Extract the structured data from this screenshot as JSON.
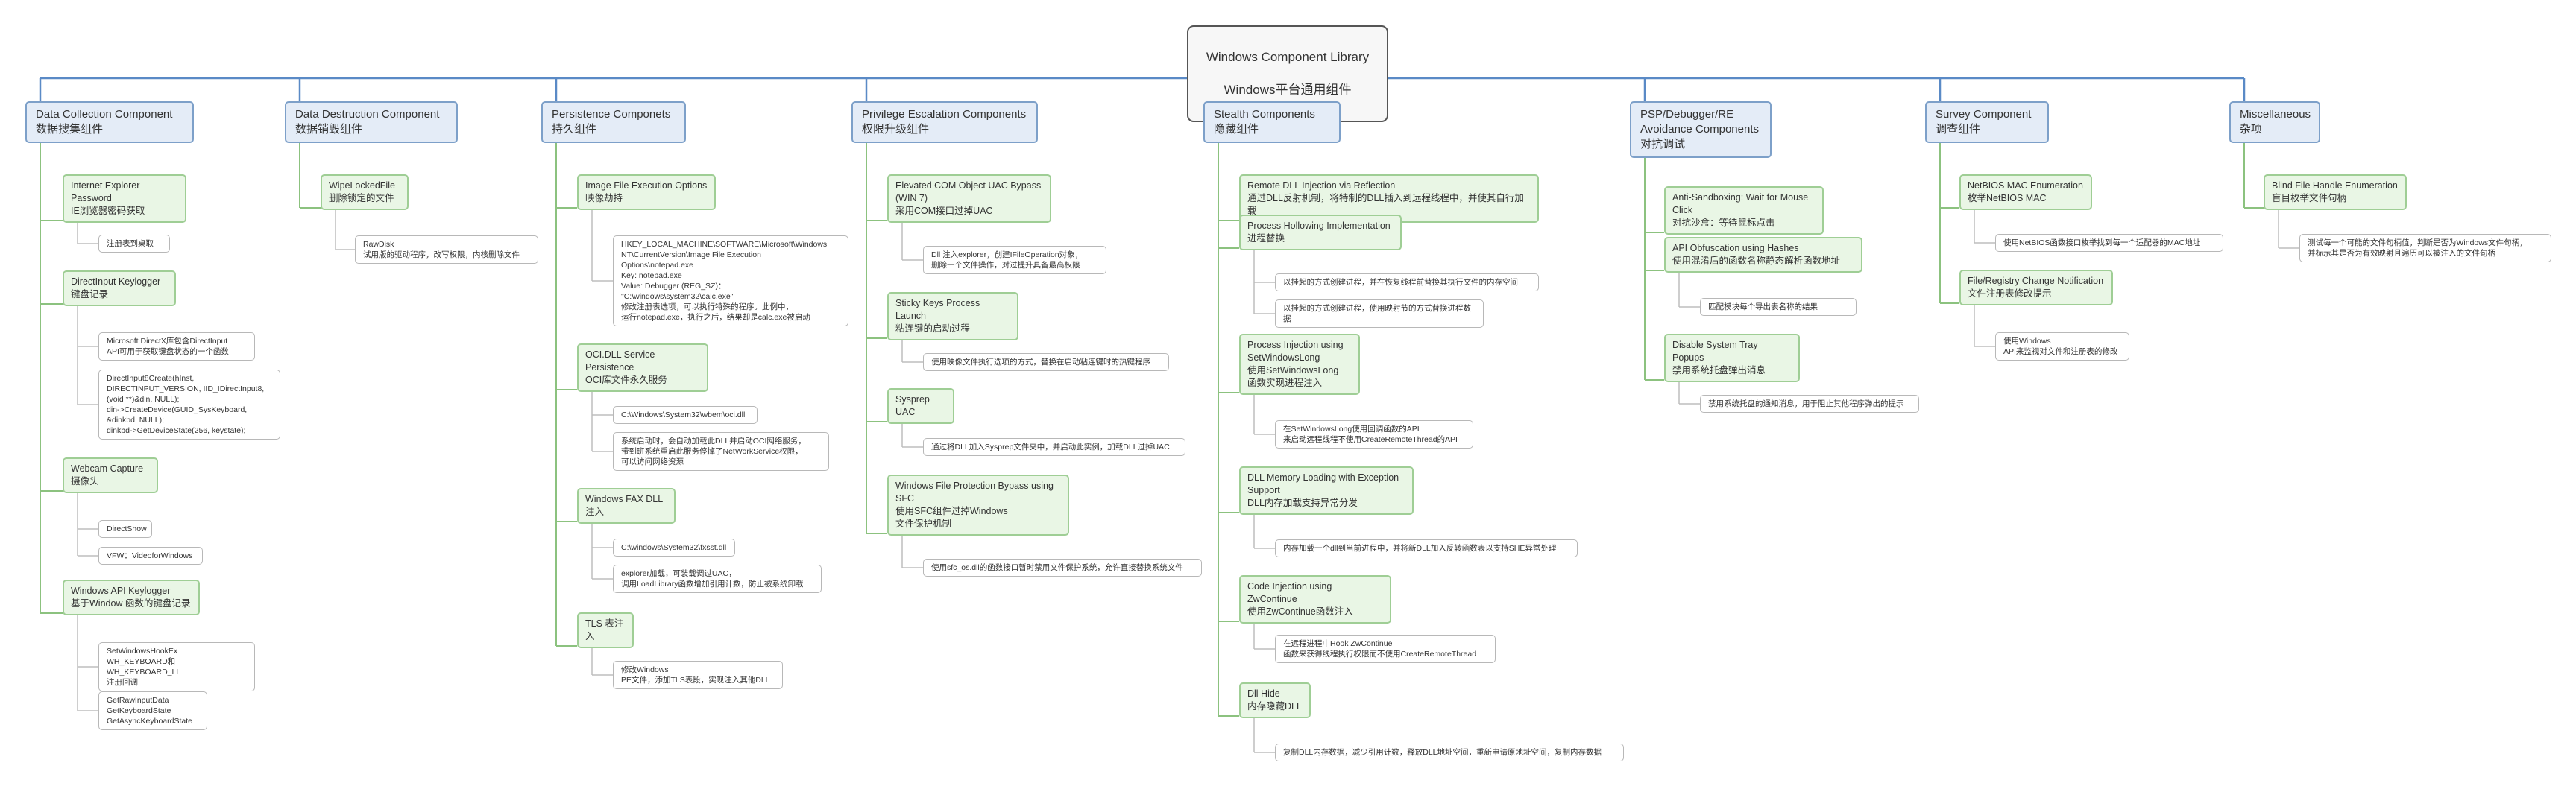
{
  "root": {
    "title": "Windows Component Library",
    "subtitle": "Windows平台通用组件"
  },
  "categories": [
    {
      "label": "Data Collection Component\n数据搜集组件",
      "items": [
        {
          "label": "Internet Explorer Password\nIE浏览器密码获取",
          "details": [
            "注册表到桌取"
          ]
        },
        {
          "label": "DirectInput Keylogger\n键盘记录",
          "details": [
            "Microsoft DirectX库包含DirectInput\nAPI可用于获取键盘状态的一个函数",
            "DirectInput8Create(hInst,\nDIRECTINPUT_VERSION, IID_IDirectInput8,\n(void **)&din, NULL);\ndin->CreateDevice(GUID_SysKeyboard,\n&dinkbd, NULL);\ndinkbd->GetDeviceState(256, keystate);"
          ]
        },
        {
          "label": "Webcam Capture\n摄像头",
          "details": [
            "DirectShow",
            "VFW：VideoforWindows"
          ]
        },
        {
          "label": "Windows API Keylogger\n基于Window 函数的键盘记录",
          "details": [
            "SetWindowsHookEx\nWH_KEYBOARD和WH_KEYBOARD_LL\n注册回调",
            "GetRawInputData\nGetKeyboardState\nGetAsyncKeyboardState"
          ]
        }
      ]
    },
    {
      "label": "Data Destruction Component\n数据销毁组件",
      "items": [
        {
          "label": "WipeLockedFile\n删除锁定的文件",
          "details": [
            "RawDisk\n试用版的驱动程序，改写权限，内核删除文件"
          ]
        }
      ]
    },
    {
      "label": "Persistence Componets\n持久组件",
      "items": [
        {
          "label": "Image File Execution Options\n映像劫持",
          "details": [
            "HKEY_LOCAL_MACHINE\\SOFTWARE\\Microsoft\\Windows\nNT\\CurrentVersion\\Image File Execution\nOptions\\notepad.exe\nKey: notepad.exe\nValue: Debugger (REG_SZ)：\n\"C:\\windows\\system32\\calc.exe\"\n修改注册表选项，可以执行特殊的程序。此例中，\n运行notepad.exe，执行之后，结果却是calc.exe被启动"
          ]
        },
        {
          "label": "OCI.DLL Service Persistence\nOCI库文件永久服务",
          "details": [
            "C:\\Windows\\System32\\wbem\\oci.dll",
            "系统启动时，会自动加载此DLL并启动OCI网络服务，\n带到班系统重启此服务停掉了NetWorkService权限，\n可以访问网络资源"
          ]
        },
        {
          "label": "Windows FAX DLL注入",
          "details": [
            "C:\\windows\\System32\\fxsst.dll",
            "explorer加载，可装载调过UAC，\n调用LoadLibrary函数增加引用计数，防止被系统卸载"
          ]
        },
        {
          "label": "TLS 表注入",
          "details": [
            "修改Windows\nPE文件，添加TLS表段，实现注入其他DLL"
          ]
        }
      ]
    },
    {
      "label": "Privilege Escalation Components\n权限升级组件",
      "items": [
        {
          "label": "Elevated COM Object UAC Bypass\n(WIN 7)\n采用COM接口过掉UAC",
          "details": [
            "Dll 注入explorer，创建IFileOperation对象，\n删除一个文件操作，对过提升具备最高权限"
          ]
        },
        {
          "label": "Sticky Keys Process Launch\n粘连键的启动过程",
          "details": [
            "使用映像文件执行选项的方式，替换在启动粘连键时的热键程序"
          ]
        },
        {
          "label": "Sysprep UAC",
          "details": [
            "通过将DLL加入Sysprep文件夹中，并启动此实例，加载DLL过掉UAC"
          ]
        },
        {
          "label": "Windows File Protection Bypass using\nSFC\n使用SFC组件过掉Windows\n文件保护机制",
          "details": [
            "使用sfc_os.dll的函数接口暂时禁用文件保护系统，允许直接替换系统文件"
          ]
        }
      ]
    },
    {
      "label": "Stealth Components\n隐藏组件",
      "items": [
        {
          "label": "Remote DLL Injection via Reflection\n通过DLL反射机制，将特制的DLL插入到远程线程中，并使其自行加载",
          "details": []
        },
        {
          "label": "Process Hollowing Implementation\n进程替换",
          "details": [
            "以挂起的方式创建进程，并在恢复线程前替换其执行文件的内存空间",
            "以挂起的方式创建进程，使用映射节的方式替换进程数据"
          ]
        },
        {
          "label": "Process Injection using\nSetWindowsLong\n使用SetWindowsLong\n函数实现进程注入",
          "details": [
            "在SetWindowsLong使用回调函数的API\n来启动远程线程不使用CreateRemoteThread的API"
          ]
        },
        {
          "label": "DLL Memory Loading with Exception\nSupport\nDLL内存加载支持异常分发",
          "details": [
            "内存加载一个dll到当前进程中，并将新DLL加入反转函数表以支持SHE异常处理"
          ]
        },
        {
          "label": "Code Injection using ZwContinue\n使用ZwContinue函数注入",
          "details": [
            "在远程进程中Hook ZwContinue\n函数来获得线程执行权限而不使用CreateRemoteThread"
          ]
        },
        {
          "label": "Dll Hide\n内存隐藏DLL",
          "details": [
            "复制DLL内存数据，减少引用计数，释放DLL地址空间，重新申请原地址空间，复制内存数据"
          ]
        }
      ]
    },
    {
      "label": "PSP/Debugger/RE\nAvoidance Components\n对抗调试",
      "items": [
        {
          "label": "Anti-Sandboxing: Wait for Mouse\nClick\n对抗沙盒：等待鼠标点击",
          "details": []
        },
        {
          "label": "API Obfuscation using Hashes\n使用混淆后的函数名称静态解析函数地址",
          "details": [
            "匹配模块每个导出表名称的结果"
          ]
        },
        {
          "label": "Disable System Tray Popups\n禁用系统托盘弹出消息",
          "details": [
            "禁用系统托盘的通知消息，用于阻止其他程序弹出的提示"
          ]
        }
      ]
    },
    {
      "label": "Survey Component\n调查组件",
      "items": [
        {
          "label": "NetBIOS MAC Enumeration\n枚举NetBIOS  MAC",
          "details": [
            "使用NetBIOS函数接口枚举找到每一个适配器的MAC地址"
          ]
        },
        {
          "label": "File/Registry Change Notification\n文件注册表修改提示",
          "details": [
            "使用Windows\nAPI来监视对文件和注册表的修改"
          ]
        }
      ]
    },
    {
      "label": "Miscellaneous\n杂项",
      "items": [
        {
          "label": "Blind File Handle Enumeration\n盲目枚举文件句柄",
          "details": [
            "测试每一个可能的文件句柄值，判断是否为Windows文件句柄，\n并标示其是否为有效映射且遍历可以被注入的文件句柄"
          ]
        }
      ]
    }
  ]
}
